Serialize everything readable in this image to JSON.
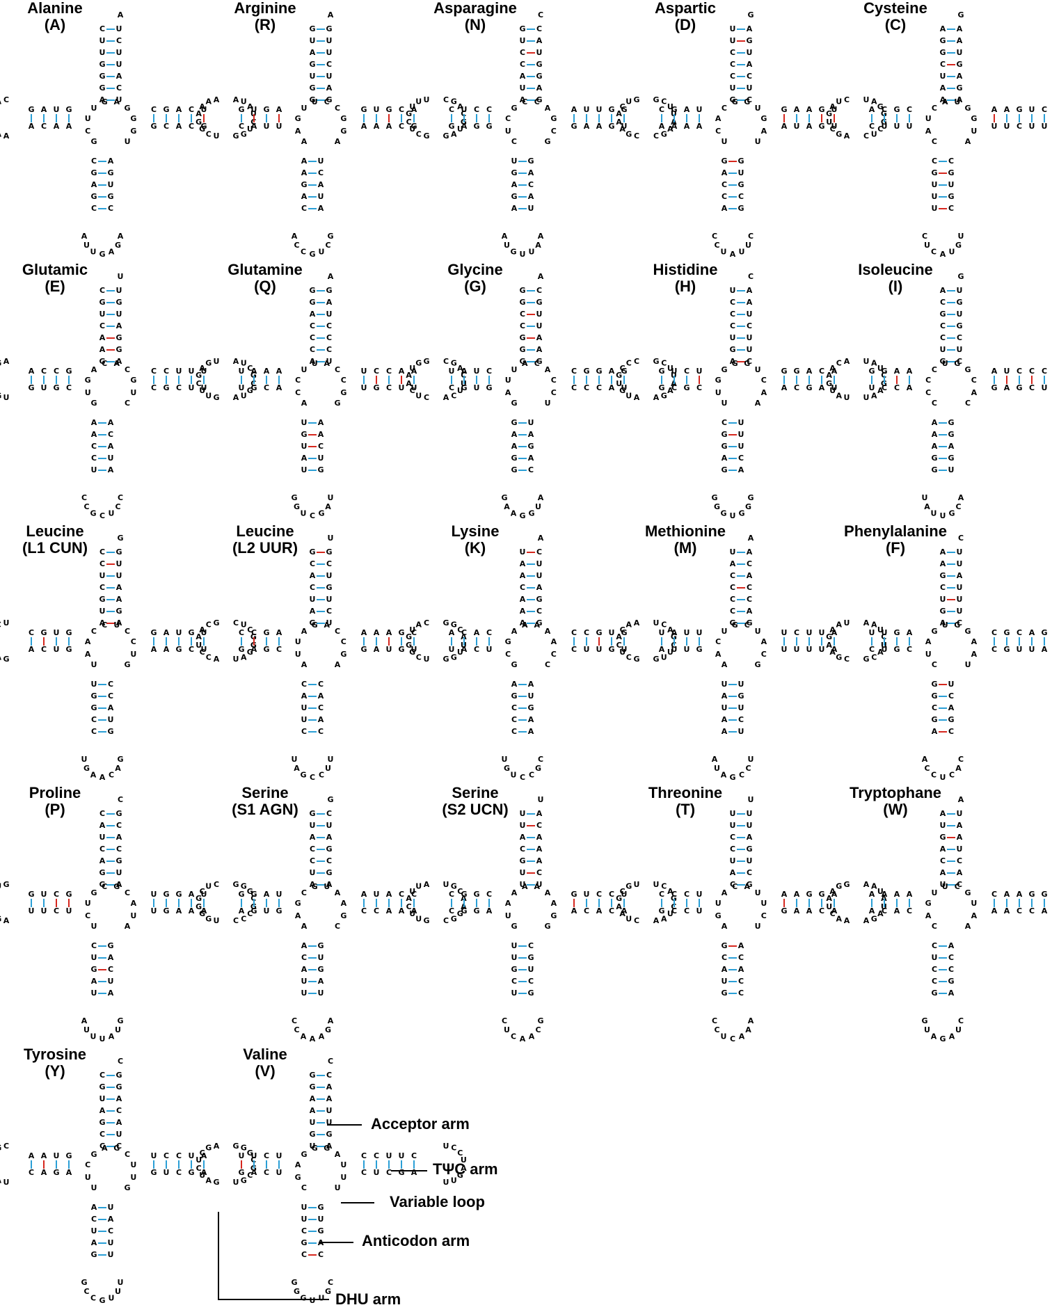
{
  "panels": [
    {
      "name": "Alanine",
      "code": "(A)"
    },
    {
      "name": "Arginine",
      "code": "(R)"
    },
    {
      "name": "Asparagine",
      "code": "(N)"
    },
    {
      "name": "Aspartic",
      "code": "(D)"
    },
    {
      "name": "Cysteine",
      "code": "(C)"
    },
    {
      "name": "Glutamic",
      "code": "(E)"
    },
    {
      "name": "Glutamine",
      "code": "(Q)"
    },
    {
      "name": "Glycine",
      "code": "(G)"
    },
    {
      "name": "Histidine",
      "code": "(H)"
    },
    {
      "name": "Isoleucine",
      "code": "(I)"
    },
    {
      "name": "Leucine",
      "code": "(L1 CUN)"
    },
    {
      "name": "Leucine",
      "code": "(L2 UUR)"
    },
    {
      "name": "Lysine",
      "code": "(K)"
    },
    {
      "name": "Methionine",
      "code": "(M)"
    },
    {
      "name": "Phenylalanine",
      "code": "(F)"
    },
    {
      "name": "Proline",
      "code": "(P)"
    },
    {
      "name": "Serine",
      "code": "(S1 AGN)"
    },
    {
      "name": "Serine",
      "code": "(S2 UCN)"
    },
    {
      "name": "Threonine",
      "code": "(T)"
    },
    {
      "name": "Tryptophane",
      "code": "(W)"
    },
    {
      "name": "Tyrosine",
      "code": "(Y)"
    },
    {
      "name": "Valine",
      "code": "(V)"
    }
  ],
  "legend": {
    "acceptor_arm": "Acceptor arm",
    "tpsic_arm": "TΨC arm",
    "variable_loop": "Variable loop",
    "anticodon_arm": "Anticodon arm",
    "dhu_arm": "DHU arm"
  },
  "colors": {
    "watson_crick_pair": "#2a9fd6",
    "gu_wobble_pair": "#d6271e"
  }
}
